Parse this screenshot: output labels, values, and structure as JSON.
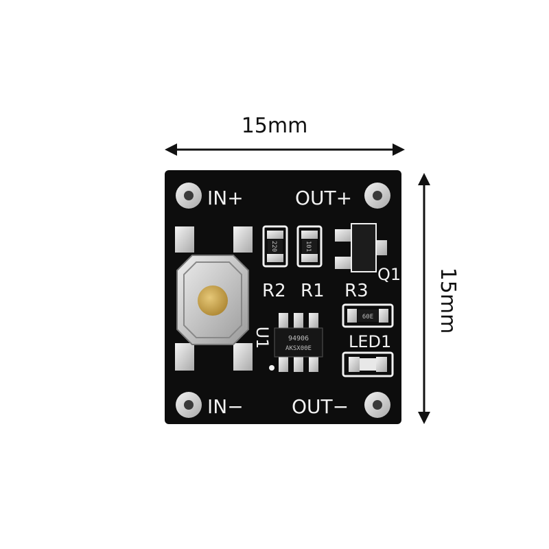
{
  "dimensions": {
    "width_label": "15mm",
    "height_label": "15mm"
  },
  "silkscreen": {
    "in_plus": "IN+",
    "out_plus": "OUT+",
    "in_minus": "IN−",
    "out_minus": "OUT−",
    "r2": "R2",
    "r1": "R1",
    "r3": "R3",
    "q1": "Q1",
    "u1": "U1",
    "led1": "LED1"
  },
  "component_markings": {
    "r2_value": "220",
    "r1_value": "101",
    "r3_value": "60E",
    "u1_line1": "94906",
    "u1_line2": "AKSX00E"
  },
  "colors": {
    "pcb": "#0d0d0d",
    "silkscreen": "#f2f2f2",
    "pad": "#d9d9d9",
    "button_cap": "#c9a34a"
  }
}
